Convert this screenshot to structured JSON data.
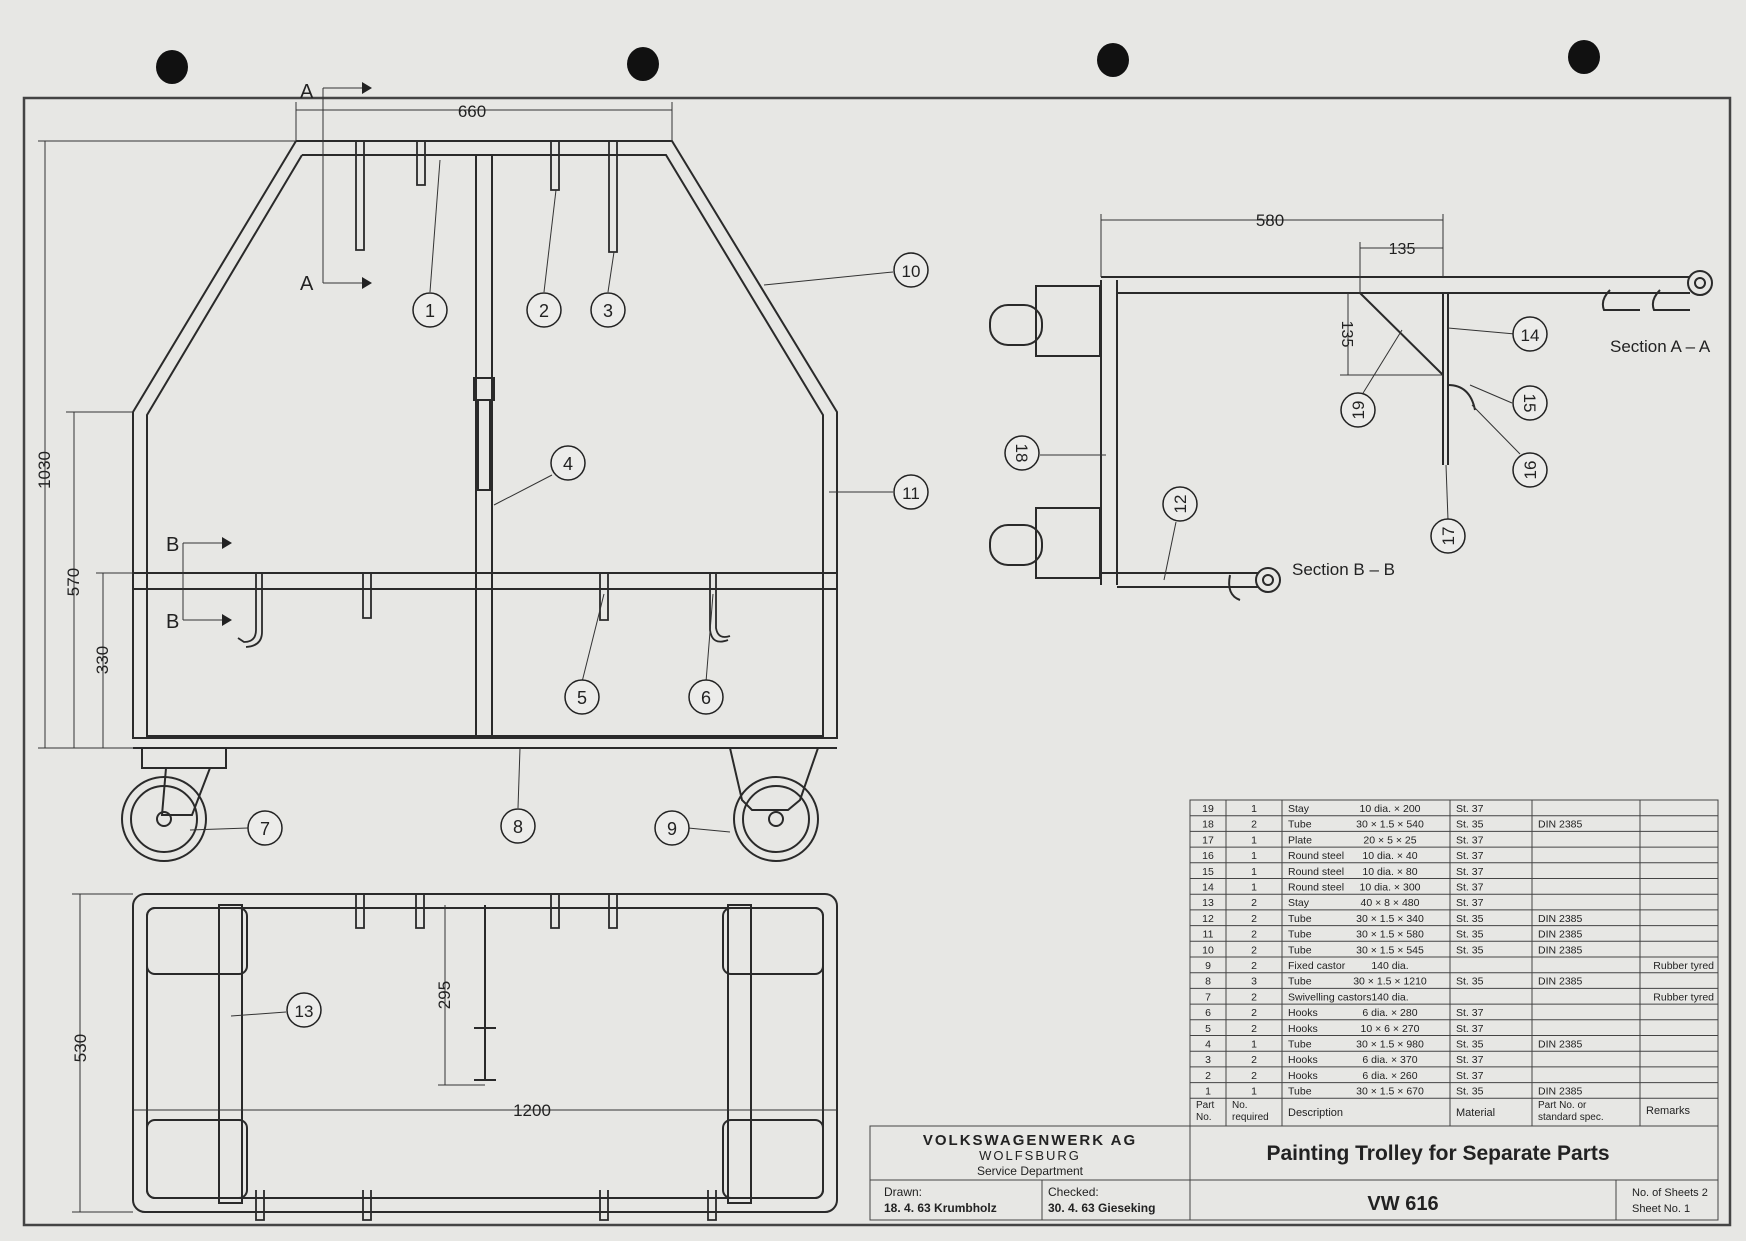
{
  "drawing": {
    "title": "Painting Trolley for Separate Parts",
    "number": "VW 616",
    "company": "VOLKSWAGENWERK AG",
    "city": "WOLFSBURG",
    "department": "Service Department",
    "drawn_label": "Drawn:",
    "drawn_value": "18. 4. 63 Krumbholz",
    "checked_label": "Checked:",
    "checked_value": "30. 4. 63 Gieseking",
    "sheets_total": "No. of Sheets 2",
    "sheet_no": "Sheet No. 1"
  },
  "dimensions": {
    "width_top": "660",
    "height_total": "1030",
    "height_mid": "570",
    "height_low": "330",
    "side_depth": "580",
    "stay_h": "135",
    "stay_v": "135",
    "plan_length": "1200",
    "plan_width": "530",
    "plan_inner": "295"
  },
  "sections": {
    "a_letter": "A",
    "b_letter": "B",
    "section_aa": "Section A – A",
    "section_bb": "Section B – B"
  },
  "callouts": [
    "1",
    "2",
    "3",
    "4",
    "5",
    "6",
    "7",
    "8",
    "9",
    "10",
    "11",
    "12",
    "13",
    "14",
    "15",
    "16",
    "17",
    "18",
    "19"
  ],
  "parts_header": {
    "part_no": [
      "Part",
      "No."
    ],
    "no_required": [
      "No.",
      "required"
    ],
    "description": "Description",
    "material": "Material",
    "standard": [
      "Part No. or",
      "standard spec."
    ],
    "remarks": "Remarks"
  },
  "parts": [
    {
      "no": "19",
      "qty": "1",
      "desc": "Stay",
      "size": "10 dia. × 200",
      "mat": "St. 37",
      "spec": "",
      "remarks": ""
    },
    {
      "no": "18",
      "qty": "2",
      "desc": "Tube",
      "size": "30 × 1.5 × 540",
      "mat": "St. 35",
      "spec": "DIN 2385",
      "remarks": ""
    },
    {
      "no": "17",
      "qty": "1",
      "desc": "Plate",
      "size": "20 × 5 × 25",
      "mat": "St. 37",
      "spec": "",
      "remarks": ""
    },
    {
      "no": "16",
      "qty": "1",
      "desc": "Round steel",
      "size": "10 dia. × 40",
      "mat": "St. 37",
      "spec": "",
      "remarks": ""
    },
    {
      "no": "15",
      "qty": "1",
      "desc": "Round steel",
      "size": "10 dia. × 80",
      "mat": "St. 37",
      "spec": "",
      "remarks": ""
    },
    {
      "no": "14",
      "qty": "1",
      "desc": "Round steel",
      "size": "10 dia. × 300",
      "mat": "St. 37",
      "spec": "",
      "remarks": ""
    },
    {
      "no": "13",
      "qty": "2",
      "desc": "Stay",
      "size": "40 × 8 × 480",
      "mat": "St. 37",
      "spec": "",
      "remarks": ""
    },
    {
      "no": "12",
      "qty": "2",
      "desc": "Tube",
      "size": "30 × 1.5 × 340",
      "mat": "St. 35",
      "spec": "DIN 2385",
      "remarks": ""
    },
    {
      "no": "11",
      "qty": "2",
      "desc": "Tube",
      "size": "30 × 1.5 × 580",
      "mat": "St. 35",
      "spec": "DIN 2385",
      "remarks": ""
    },
    {
      "no": "10",
      "qty": "2",
      "desc": "Tube",
      "size": "30 × 1.5 × 545",
      "mat": "St. 35",
      "spec": "DIN 2385",
      "remarks": ""
    },
    {
      "no": "9",
      "qty": "2",
      "desc": "Fixed castor",
      "size": "140 dia.",
      "mat": "",
      "spec": "",
      "remarks": "Rubber tyred"
    },
    {
      "no": "8",
      "qty": "3",
      "desc": "Tube",
      "size": "30 × 1.5 × 1210",
      "mat": "St. 35",
      "spec": "DIN 2385",
      "remarks": ""
    },
    {
      "no": "7",
      "qty": "2",
      "desc": "Swivelling castors",
      "size": "140 dia.",
      "mat": "",
      "spec": "",
      "remarks": "Rubber tyred"
    },
    {
      "no": "6",
      "qty": "2",
      "desc": "Hooks",
      "size": "6 dia. × 280",
      "mat": "St. 37",
      "spec": "",
      "remarks": ""
    },
    {
      "no": "5",
      "qty": "2",
      "desc": "Hooks",
      "size": "10 × 6 × 270",
      "mat": "St. 37",
      "spec": "",
      "remarks": ""
    },
    {
      "no": "4",
      "qty": "1",
      "desc": "Tube",
      "size": "30 × 1.5 × 980",
      "mat": "St. 35",
      "spec": "DIN 2385",
      "remarks": ""
    },
    {
      "no": "3",
      "qty": "2",
      "desc": "Hooks",
      "size": "6 dia. × 370",
      "mat": "St. 37",
      "spec": "",
      "remarks": ""
    },
    {
      "no": "2",
      "qty": "2",
      "desc": "Hooks",
      "size": "6 dia. × 260",
      "mat": "St. 37",
      "spec": "",
      "remarks": ""
    },
    {
      "no": "1",
      "qty": "1",
      "desc": "Tube",
      "size": "30 × 1.5 × 670",
      "mat": "St. 35",
      "spec": "DIN 2385",
      "remarks": ""
    }
  ]
}
